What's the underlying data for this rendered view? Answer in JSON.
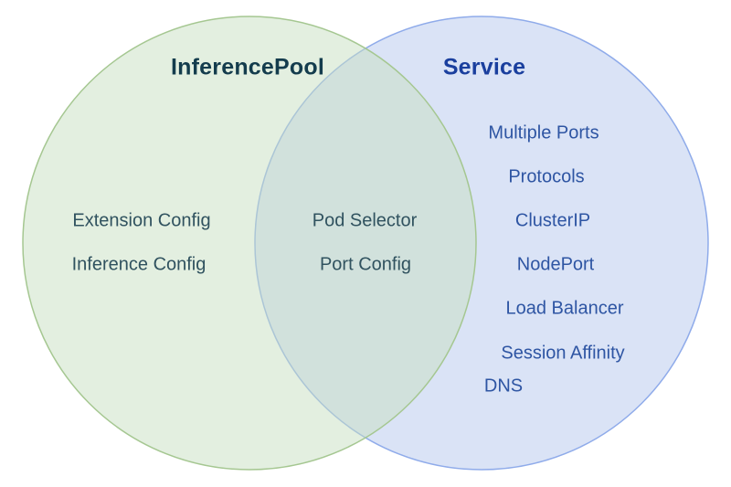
{
  "diagram": {
    "type": "venn",
    "left_circle": {
      "title": "InferencePool",
      "items": [
        "Extension Config",
        "Inference Config"
      ],
      "fill": "#c7dfc1",
      "stroke": "#a5c791",
      "title_color": "#143c4d",
      "text_color": "#30525f"
    },
    "right_circle": {
      "title": "Service",
      "items": [
        "Multiple Ports",
        "Protocols",
        "ClusterIP",
        "NodePort",
        "Load Balancer",
        "Session Affinity",
        "DNS"
      ],
      "fill": "#b5c7ed",
      "stroke": "#8fabea",
      "title_color": "#1a3f9e",
      "text_color": "#2e55a3"
    },
    "overlap": {
      "items": [
        "Pod Selector",
        "Port Config"
      ],
      "text_color": "#30525f"
    },
    "background_color": "#ffffff"
  }
}
